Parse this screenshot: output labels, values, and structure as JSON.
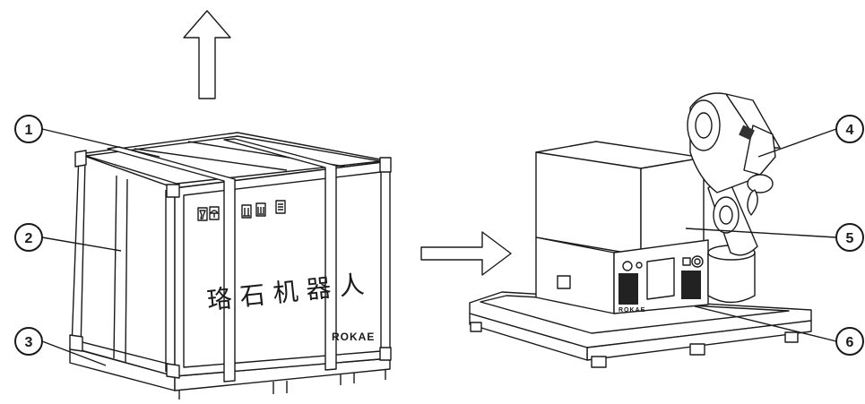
{
  "callouts": [
    "1",
    "2",
    "3",
    "4",
    "5",
    "6"
  ],
  "crate": {
    "chinese_label": "珞石机器人",
    "brand_logo": "ROKAE"
  },
  "controller": {
    "brand_logo": "ROKAE"
  },
  "icons": [
    "up-arrow-icon",
    "right-arrow-icon",
    "fragile-glass-icon",
    "keep-dry-umbrella-icon",
    "this-side-up-icon",
    "stacking-limit-icon",
    "handle-with-care-icon"
  ]
}
